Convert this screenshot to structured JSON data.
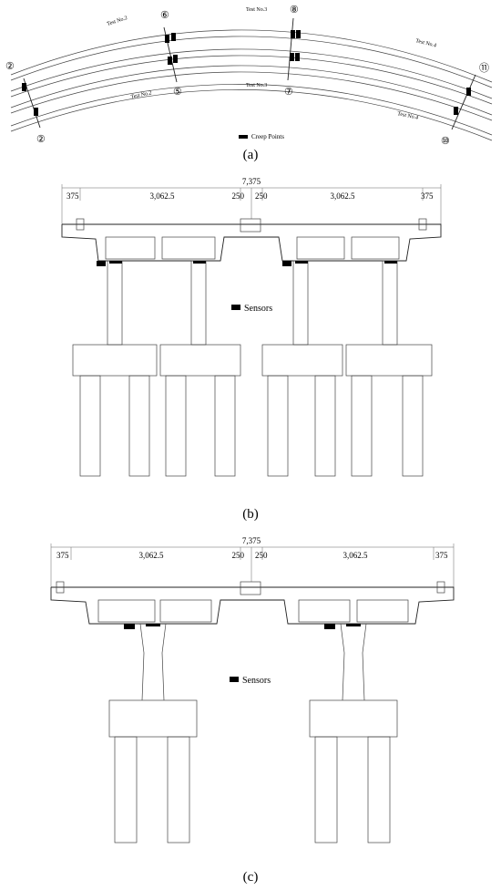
{
  "panel_a": {
    "labels": [
      "Test No.2",
      "Test No.3",
      "Test No.4",
      "Test No.2",
      "Test No.3",
      "Test No.4"
    ],
    "markers": [
      "②",
      "⑥",
      "⑧",
      "⑪",
      "②",
      "⑤",
      "⑦",
      "⑩"
    ],
    "legend": "Creep Points",
    "caption": "(a)"
  },
  "panel_b": {
    "total_width": "7,375",
    "dims": [
      "375",
      "3,062.5",
      "250",
      "250",
      "3,062.5",
      "375"
    ],
    "legend": "Sensors",
    "caption": "(b)"
  },
  "panel_c": {
    "total_width": "7,375",
    "dims": [
      "375",
      "3,062.5",
      "250",
      "250",
      "3,062.5",
      "375"
    ],
    "legend": "Sensors",
    "caption": "(c)"
  },
  "colors": {
    "line": "#444444",
    "sensor": "#000000"
  }
}
